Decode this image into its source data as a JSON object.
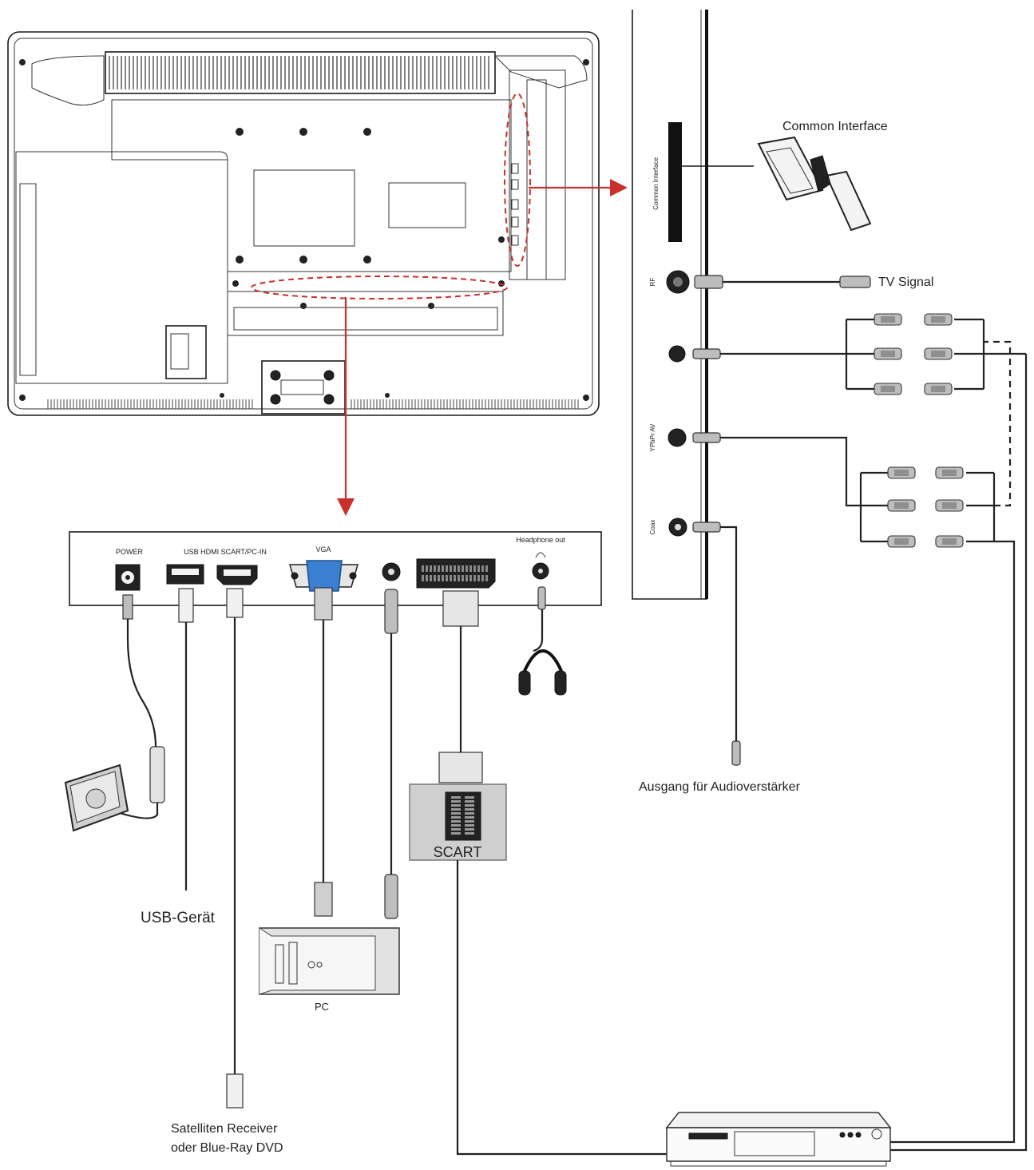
{
  "labels": {
    "common_interface": "Common Interface",
    "tv_signal": "TV Signal",
    "audio_amp_output": "Ausgang für Audioverstärker",
    "usb_device": "USB-Gerät",
    "pc": "PC",
    "scart": "SCART",
    "sat_receiver_line1": "Satelliten Receiver",
    "sat_receiver_line2": "oder Blue-Ray DVD"
  },
  "bottom_panel": {
    "power": "POWER",
    "usb_hdmi_scart": "USB HDMI SCART/PC-IN",
    "vga": "VGA",
    "headphone_out": "Headphone out"
  },
  "side_panel": {
    "common_interface": "Common Interface",
    "rf": "RF",
    "ypbpr_av": "YPbPr AV",
    "coax": "Coax"
  },
  "colors": {
    "arrow": "#c8302c",
    "line": "#1a1a1a",
    "plug": "#bdbdbd"
  },
  "icons": {
    "headphone": "headphone-icon",
    "power_outlet": "power-outlet-icon",
    "ci_card": "ci-card-icon",
    "pc_tower": "pc-icon",
    "dvd_player": "dvd-player-icon"
  }
}
